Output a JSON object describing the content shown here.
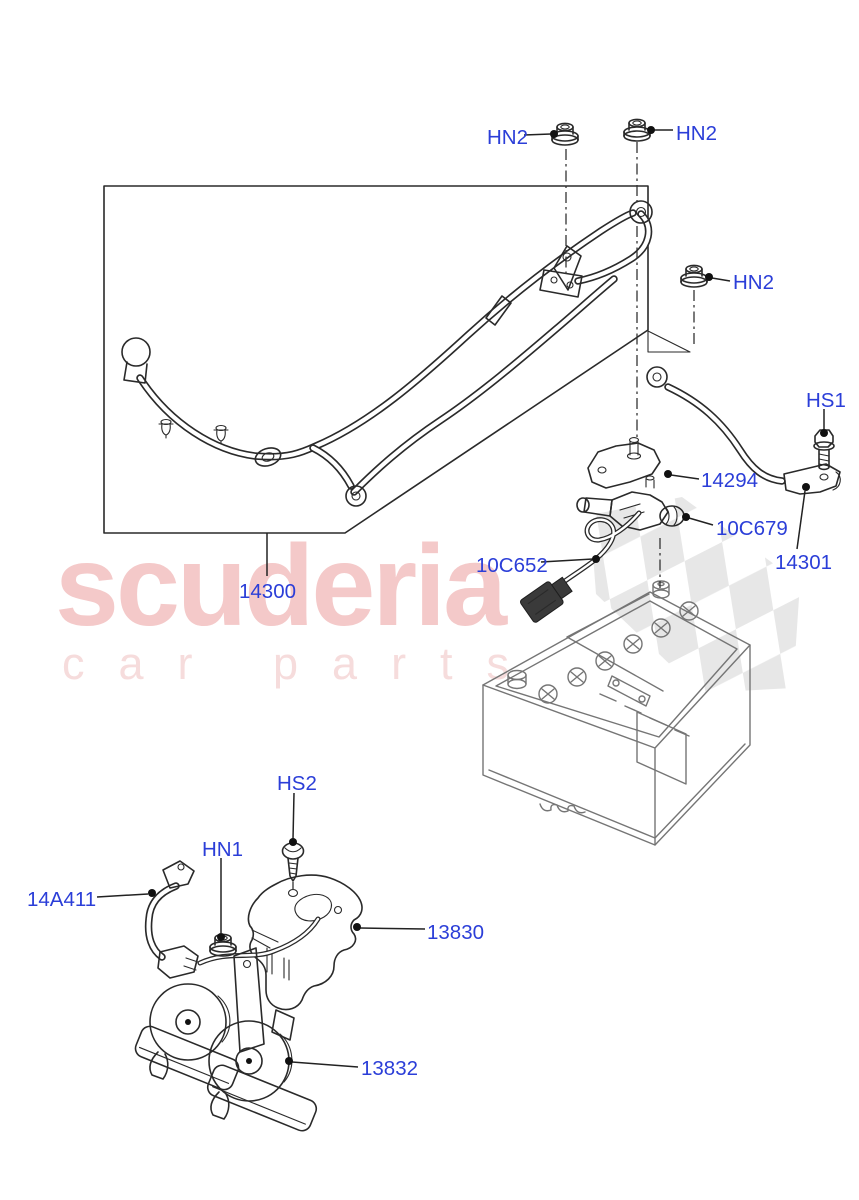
{
  "watermark": {
    "brand": "scuderia",
    "tagline": "car parts"
  },
  "labels": {
    "hn2_top_left": "HN2",
    "hn2_top_right": "HN2",
    "hn2_right": "HN2",
    "hs1": "HS1",
    "b14294": "14294",
    "b10c679": "10C679",
    "b10c652": "10C652",
    "b14301": "14301",
    "b14300": "14300",
    "hs2": "HS2",
    "hn1": "HN1",
    "b14a411": "14A411",
    "b13830": "13830",
    "b13832": "13832"
  },
  "colors": {
    "label": "#2b3ed8",
    "line": "#2a2a2a",
    "battery_line": "#757575",
    "watermark_brand": "#f4c9c9",
    "watermark_tagline": "#f6dcdc",
    "checker": "#e7e7e7",
    "dot": "#111111"
  }
}
